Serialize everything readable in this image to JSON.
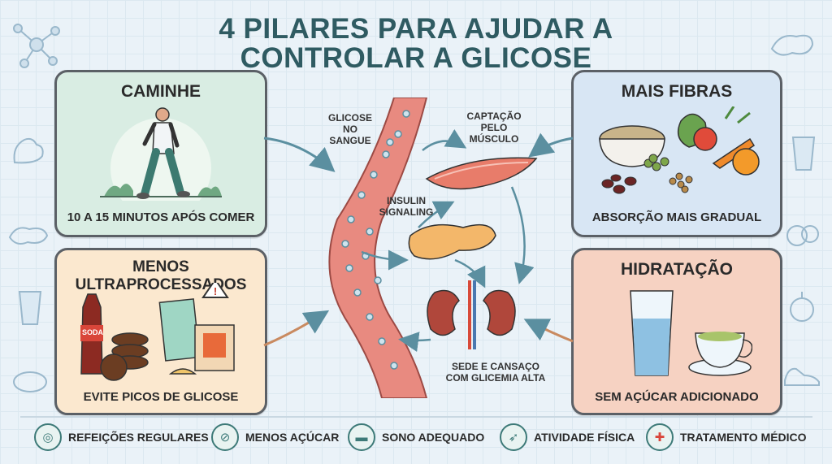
{
  "title": "4 PILARES PARA AJUDAR A CONTROLAR A GLICOSE",
  "panels": {
    "walk": {
      "title": "CAMINHE",
      "caption": "10 A 15 MINUTOS APÓS COMER",
      "bg": "#d9ede3"
    },
    "fiber": {
      "title": "MAIS FIBRAS",
      "caption": "ABSORÇÃO MAIS GRADUAL",
      "bg": "#d8e6f4"
    },
    "processed": {
      "title": "MENOS ULTRAPROCESSADOS",
      "caption": "EVITE PICOS DE GLICOSE",
      "soda_label": "SODA",
      "bg": "#fbe8cf"
    },
    "hydration": {
      "title": "HIDRATAÇÃO",
      "caption": "SEM AÇÚCAR ADICIONADO",
      "bg": "#f6d2c2"
    }
  },
  "center_labels": {
    "glucose_blood": "GLICOSE NO SANGUE",
    "muscle_uptake": "CAPTAÇÃO PELO MÚSCULO",
    "insulin": "INSULIN SIGNALING",
    "thirst": "SEDE E CANSAÇO COM GLICEMIA ALTA"
  },
  "footer": [
    {
      "label": "REFEIÇÕES REGULARES",
      "icon": "plate-icon"
    },
    {
      "label": "MENOS AÇÚCAR",
      "icon": "no-sugar-icon"
    },
    {
      "label": "SONO ADEQUADO",
      "icon": "bed-icon"
    },
    {
      "label": "ATIVIDADE FÍSICA",
      "icon": "runner-icon"
    },
    {
      "label": "TRATAMENTO MÉDICO",
      "icon": "medical-cross-icon"
    }
  ],
  "colors": {
    "title": "#2f5b62",
    "accent": "#3d7a78",
    "vessel": "#e88a80"
  }
}
